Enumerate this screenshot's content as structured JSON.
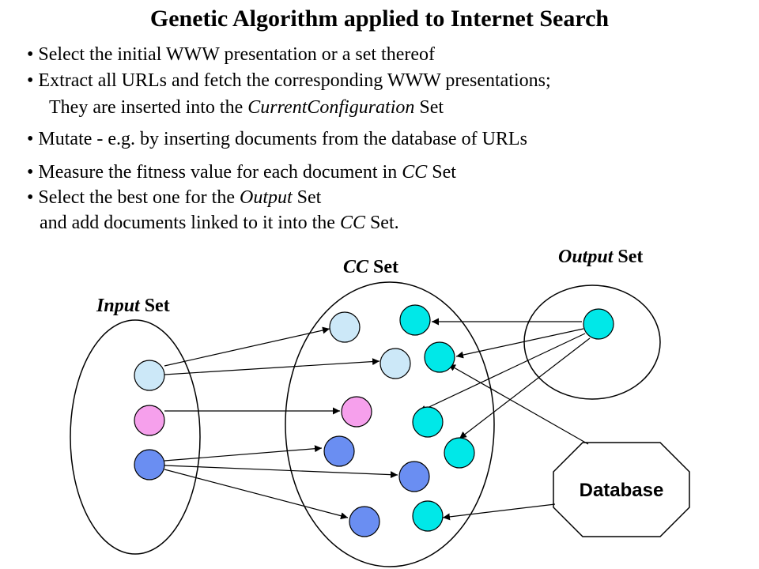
{
  "title": "Genetic Algorithm applied to Internet Search",
  "bullets": [
    {
      "text": "• Select the initial WWW presentation or a set thereof"
    },
    {
      "text": "• Extract all URLs and fetch the corresponding WWW presentations;"
    },
    {
      "pre": "They are inserted into the ",
      "em": "CurrentConfiguration",
      "post": " Set"
    },
    {
      "text": "• Mutate - e.g. by inserting documents from the database of URLs"
    },
    {
      "pre": "• Measure the fitness value for each document in ",
      "em": "CC",
      "post": " Set"
    },
    {
      "pre": "• Select the best one for the ",
      "em": "Output",
      "post": " Set"
    },
    {
      "pre": "and add documents linked to it into the ",
      "em": "CC",
      "post": " Set."
    }
  ],
  "sets": {
    "input": {
      "em": "Input",
      "rest": " Set"
    },
    "cc": {
      "em": "CC",
      "rest": " Set"
    },
    "output": {
      "em": "Output",
      "rest": " Set"
    }
  },
  "database_label": "Database",
  "colors": {
    "light_blue": "#cce8f8",
    "pink": "#f6a0ec",
    "blue": "#6a8ef2",
    "cyan": "#00e8e8",
    "outline": "#000000"
  }
}
